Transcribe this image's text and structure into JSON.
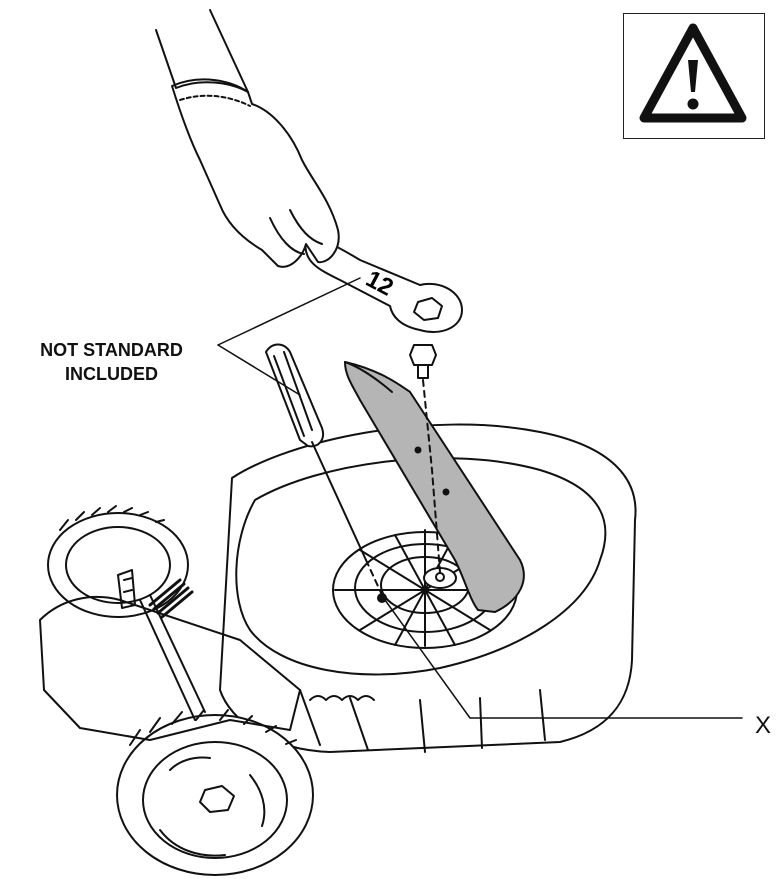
{
  "labels": {
    "not_standard_line1": "NOT STANDARD",
    "not_standard_line2": "INCLUDED",
    "wrench_size": "12",
    "x_marker": "X"
  },
  "icons": {
    "warning": "warning-triangle-icon"
  },
  "colors": {
    "ink": "#111111",
    "blade_fill": "#b5b5b5",
    "paper": "#ffffff"
  }
}
